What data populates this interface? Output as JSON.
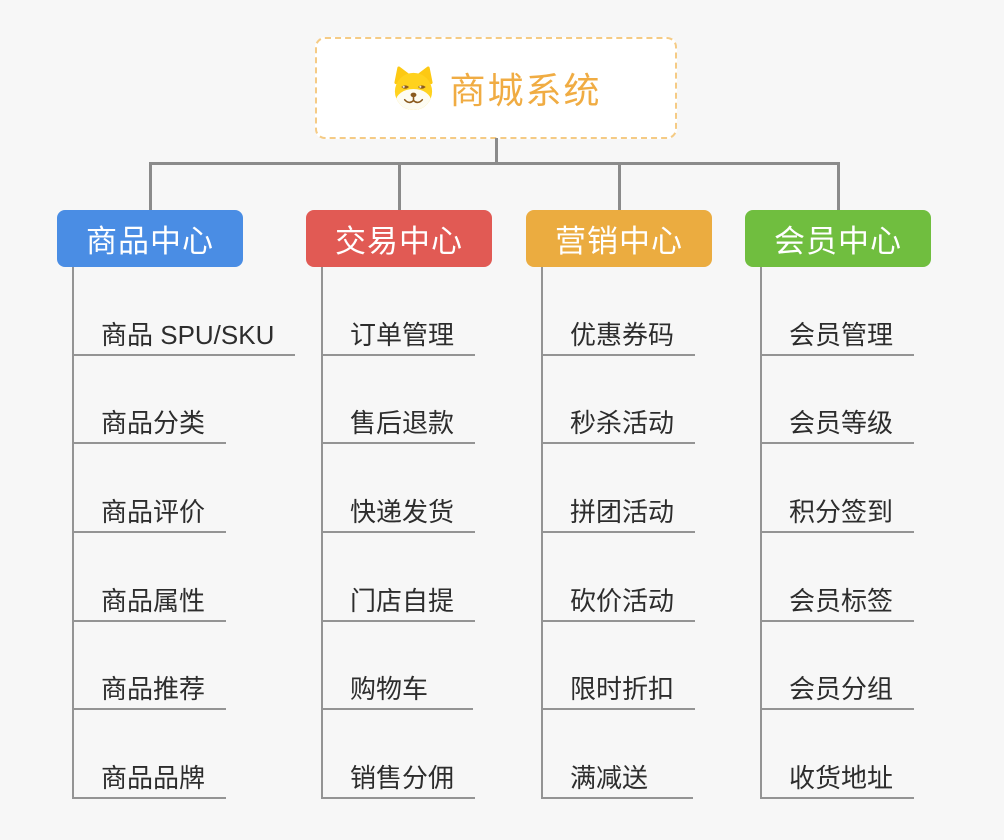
{
  "root": {
    "title": "商城系统",
    "icon": "doge-icon",
    "title_color": "#f0ac43",
    "border_color": "#f5cb85"
  },
  "connector_color": "#8b8b8b",
  "branches": [
    {
      "label": "商品中心",
      "color": "#4a8de4",
      "children": [
        "商品 SPU/SKU",
        "商品分类",
        "商品评价",
        "商品属性",
        "商品推荐",
        "商品品牌"
      ]
    },
    {
      "label": "交易中心",
      "color": "#e15a54",
      "children": [
        "订单管理",
        "售后退款",
        "快递发货",
        "门店自提",
        "购物车",
        "销售分佣"
      ]
    },
    {
      "label": "营销中心",
      "color": "#ebac40",
      "children": [
        "优惠券码",
        "秒杀活动",
        "拼团活动",
        "砍价活动",
        "限时折扣",
        "满减送"
      ]
    },
    {
      "label": "会员中心",
      "color": "#70be3f",
      "children": [
        "会员管理",
        "会员等级",
        "积分签到",
        "会员标签",
        "会员分组",
        "收货地址"
      ]
    }
  ]
}
